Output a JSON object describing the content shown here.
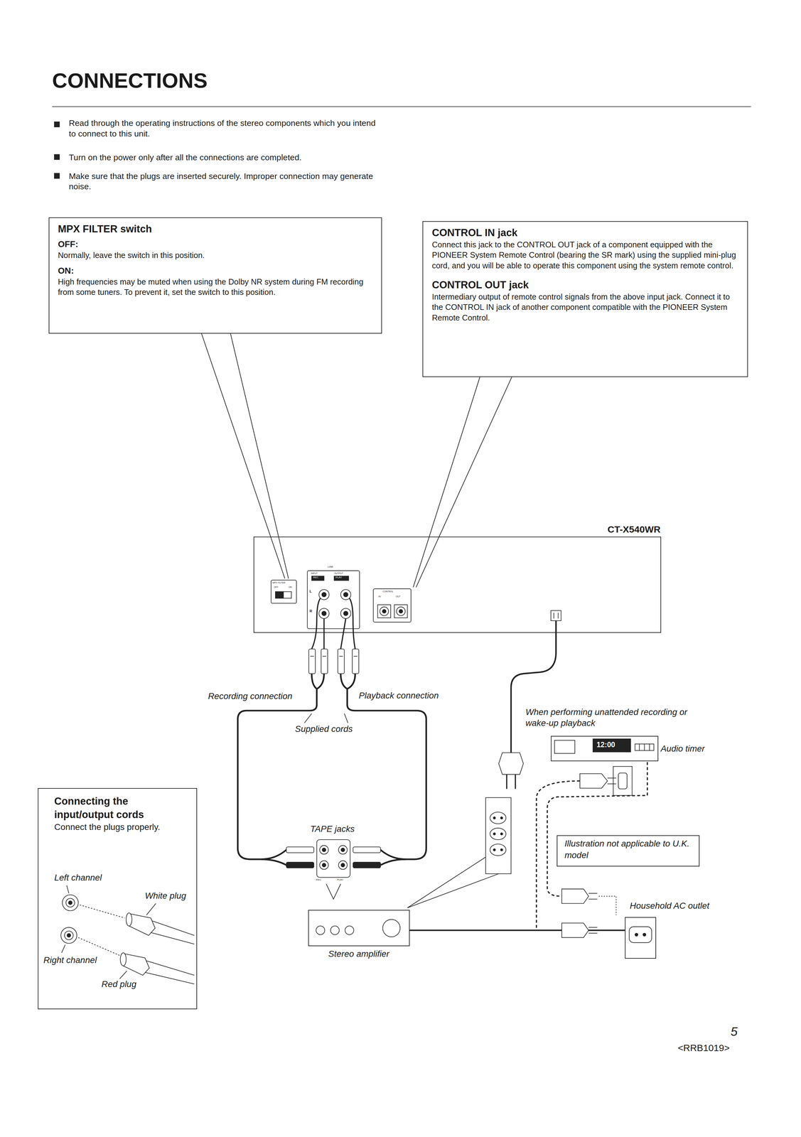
{
  "diagram": {
    "title": "CONNECTIONS",
    "nodes": [
      {
        "text": [
          "MPX FILTER switch",
          "OFF:",
          "Normally, leave the switch in this position.",
          "ON:",
          "High frequencies may be muted when using the Dolby NR system during FM recording from some tuners. To prevent it, set the switch to this position."
        ]
      },
      {
        "text": [
          "CONTROL IN jack",
          "Connect this jack to the CONTROL OUT jack of a component equipped with the PIONEER System Remote Control (bearing the SR mark) using the supplied mini-plug cord, and you will be able to operate this component using the system remote control.",
          "CONTROL OUT jack",
          "Intermediary output of remote control signals from the above input jack. Connect it to the CONTROL IN jack of another component compatible with the PIONEER System Remote Control."
        ]
      },
      {
        "text": [
          "CT-X540WR"
        ]
      },
      {
        "text": [
          "Audio timer"
        ]
      },
      {
        "text": [
          "Connecting the input/output cords",
          "Connect the plugs properly."
        ]
      },
      {
        "text": [
          "Illustration not applicable to U.K. model"
        ]
      },
      {
        "text": [
          "Household AC outlet"
        ]
      },
      {
        "text": [
          "Stereo amplifier"
        ]
      }
    ],
    "edges": [
      {
        "from": 0,
        "to": 2,
        "arrow": "none"
      },
      {
        "from": 1,
        "to": 2,
        "arrow": "none"
      },
      {
        "from": 7,
        "to": 6,
        "arrow": "none"
      }
    ],
    "labels": [
      "Read through the operating instructions of the stereo components which you intend to connect to this unit.",
      "Turn on the power only after all the connections are completed.",
      "Make sure that the plugs are inserted securely. Improper connection may generate noise.",
      "LINE",
      "INPUT",
      "OUTPUT",
      "REC",
      "PLAY",
      "L",
      "R",
      "MPX FILTER",
      "OFF",
      "ON",
      "CONTROL",
      "IN",
      "OUT",
      "Recording connection",
      "Playback connection",
      "Supplied cords",
      "TAPE jacks",
      "REC",
      "PLAY",
      "When performing unattended recording or wake-up playback",
      "12:00",
      "Left channel",
      "White plug",
      "Right channel",
      "Red plug",
      "5",
      "<RRB1019>"
    ]
  }
}
